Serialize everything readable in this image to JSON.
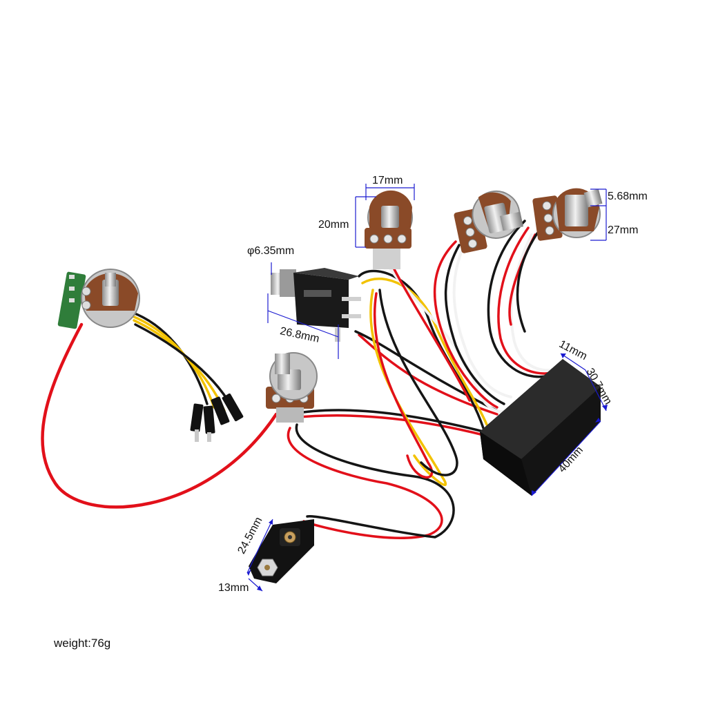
{
  "labels": {
    "pot_width": "17mm",
    "pot_height": "20mm",
    "jack_diameter": "φ6.35mm",
    "jack_length": "26.8mm",
    "shaft_diameter": "5.68mm",
    "shaft_length": "27mm",
    "box_depth": "11mm",
    "box_height": "30.7mm",
    "box_length": "40mm",
    "clip_length": "24.5mm",
    "clip_width": "13mm",
    "weight": "weight:76g"
  },
  "colors": {
    "wire_red": "#e2101a",
    "wire_black": "#151515",
    "wire_white": "#f2f2f2",
    "wire_yellow": "#f2c200",
    "pot_body": "#8a4a28",
    "metal": "#b9b9b9",
    "dimension_line": "#1a1ad0",
    "preamp_box": "#1b1b1b"
  }
}
